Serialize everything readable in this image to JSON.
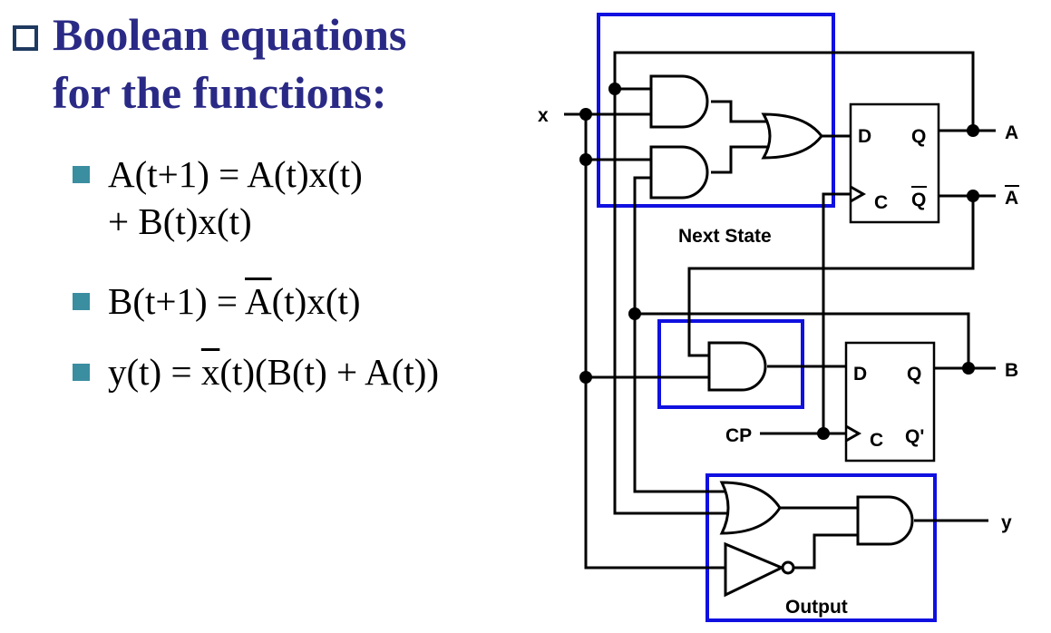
{
  "heading": {
    "line1": "Boolean equations",
    "line2": "for the functions:"
  },
  "equations": [
    {
      "lines": [
        "A(t+1) = A(t)x(t)",
        "+ B(t)x(t)"
      ]
    },
    {
      "prefix": "B(t+1) = ",
      "barred": "A",
      "suffix": "(t)x(t)"
    },
    {
      "prefix": "y(t) = ",
      "barred": "x",
      "suffix": "(t)(B(t) + A(t))"
    }
  ],
  "diagram": {
    "input_x": "x",
    "input_cp": "CP",
    "out_a": "A",
    "out_a_bar": "A",
    "out_b": "B",
    "out_y": "y",
    "ff_d": "D",
    "ff_q": "Q",
    "ff_c": "C",
    "ff_q_prime": "Q'",
    "next_state_label": "Next State",
    "output_label": "Output",
    "box_color": "#1010e0"
  }
}
